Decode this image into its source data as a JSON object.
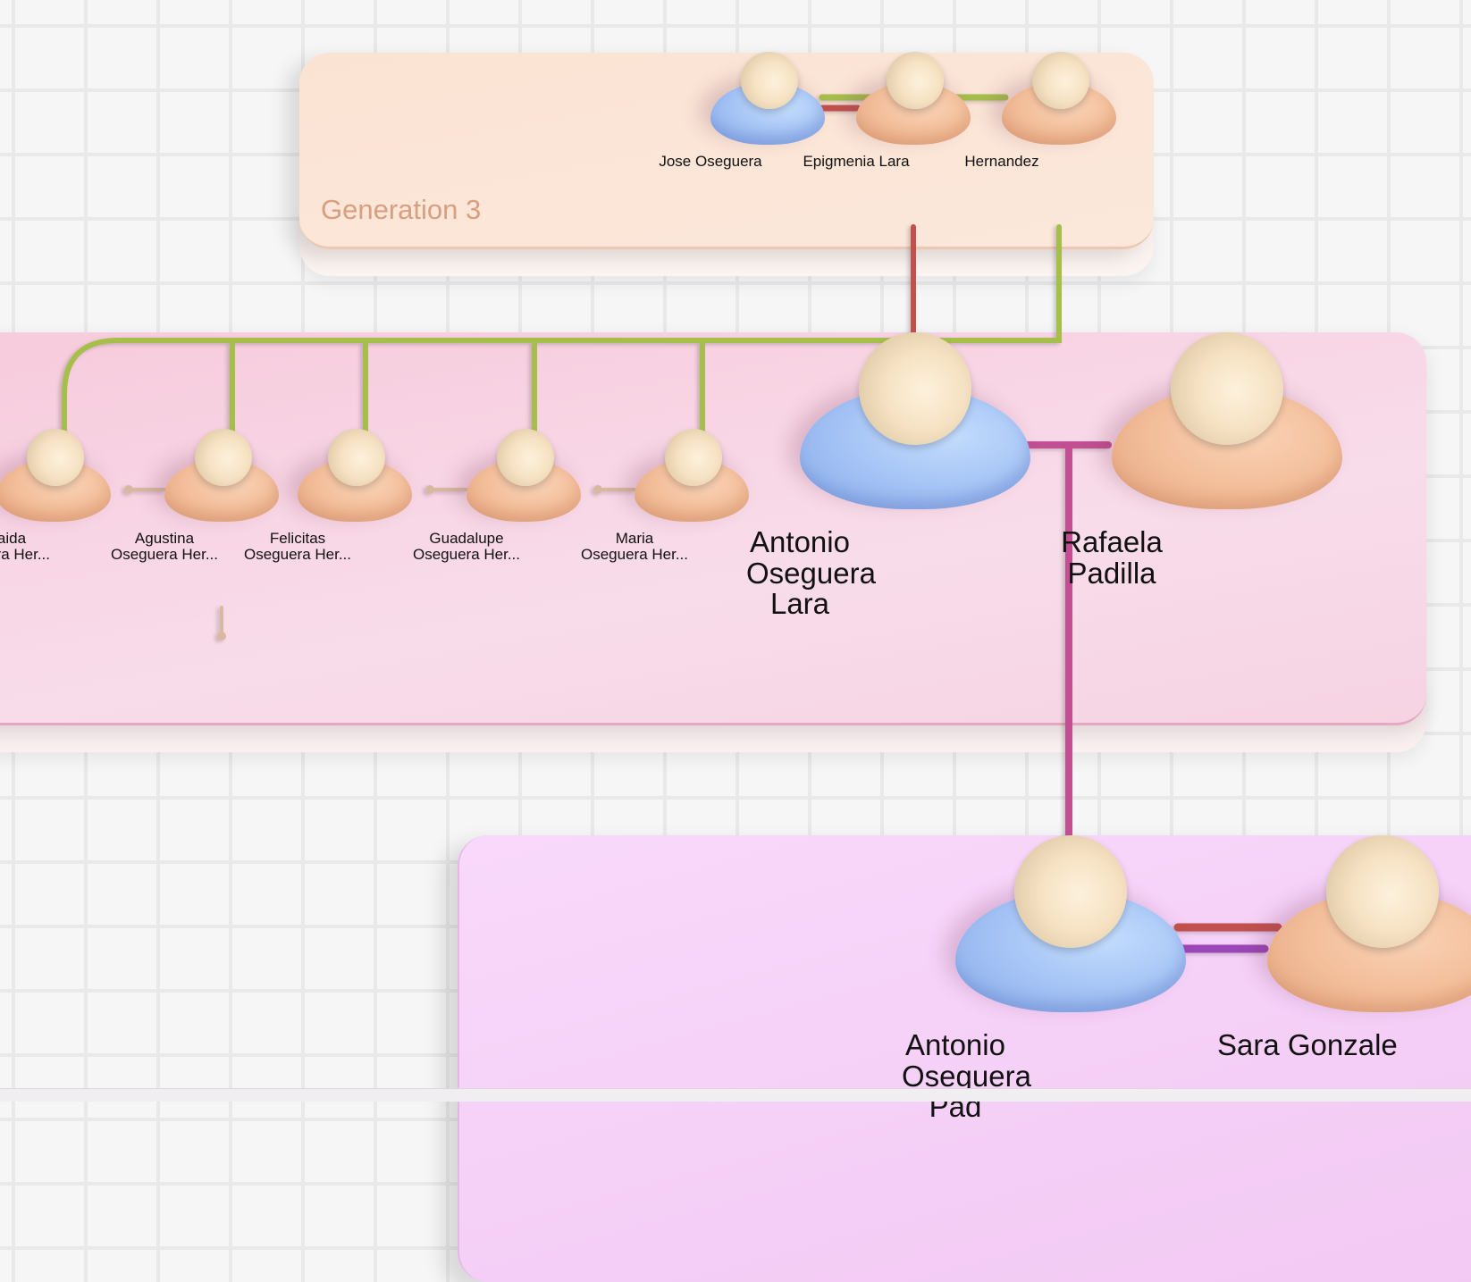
{
  "diagram": {
    "type": "family-tree",
    "colors": {
      "male": "#a8c6f6",
      "female": "#f3be9a",
      "head": "#f6e2c3",
      "line_green": "#a6bf4b",
      "line_red": "#c2514d",
      "line_magenta": "#c24f92",
      "line_purple": "#9b46b7",
      "line_tan": "#d8b8a0",
      "gen3_card": "#fbe5d6",
      "gen2_card": "#f8d6e5",
      "gen1_card": "#f7d1f8",
      "gen_label": "#d89f80"
    },
    "generations": [
      {
        "label": "Generation 3",
        "people": [
          {
            "id": "jose",
            "name": "Jose Oseguera",
            "gender": "male"
          },
          {
            "id": "epigmenia",
            "name": "Epigmenia Lara",
            "gender": "female"
          },
          {
            "id": "hernandez",
            "name": "Hernandez",
            "gender": "female"
          }
        ]
      },
      {
        "label": "",
        "people": [
          {
            "id": "adelaida",
            "name_line1": "Adelaida",
            "name_line2": "Oseguera Her...",
            "gender": "female"
          },
          {
            "id": "agustina",
            "name_line1": "Agustina",
            "name_line2": "Oseguera Her...",
            "gender": "female"
          },
          {
            "id": "felicitas",
            "name_line1": "Felicitas",
            "name_line2": "Oseguera Her...",
            "gender": "female"
          },
          {
            "id": "guadalupe",
            "name_line1": "Guadalupe",
            "name_line2": "Oseguera Her...",
            "gender": "female"
          },
          {
            "id": "maria",
            "name_line1": "Maria",
            "name_line2": "Oseguera Her...",
            "gender": "female"
          },
          {
            "id": "antonio_lara",
            "name_line1": "Antonio",
            "name_line2": "Oseguera Lara",
            "gender": "male"
          },
          {
            "id": "rafaela",
            "name": "Rafaela Padilla",
            "gender": "female"
          }
        ]
      },
      {
        "label": "",
        "people": [
          {
            "id": "antonio_padilla",
            "name_line1": "Antonio",
            "name_line2": "Oseguera Pad",
            "gender": "male"
          },
          {
            "id": "sara",
            "name": "Sara Gonzale",
            "gender": "female"
          }
        ]
      }
    ],
    "relationships": [
      {
        "type": "partner",
        "from": "jose",
        "to": "epigmenia",
        "color": "line_red"
      },
      {
        "type": "partner",
        "from": "jose",
        "to": "hernandez",
        "color": "line_green"
      },
      {
        "type": "parent-child",
        "parent": "epigmenia",
        "child": "antonio_lara",
        "color": "line_red"
      },
      {
        "type": "parent-child",
        "parent": "hernandez",
        "children": [
          "adelaida",
          "agustina",
          "felicitas",
          "guadalupe",
          "maria"
        ],
        "color": "line_green"
      },
      {
        "type": "partner",
        "from": "antonio_lara",
        "to": "rafaela",
        "color": "line_magenta"
      },
      {
        "type": "parent-child",
        "parent": "antonio_lara+rafaela",
        "child": "antonio_padilla",
        "color": "line_magenta"
      },
      {
        "type": "partner",
        "from": "antonio_padilla",
        "to": "sara",
        "color": "line_red"
      },
      {
        "type": "partner",
        "from": "antonio_padilla",
        "to": "sara",
        "color": "line_purple"
      }
    ]
  }
}
